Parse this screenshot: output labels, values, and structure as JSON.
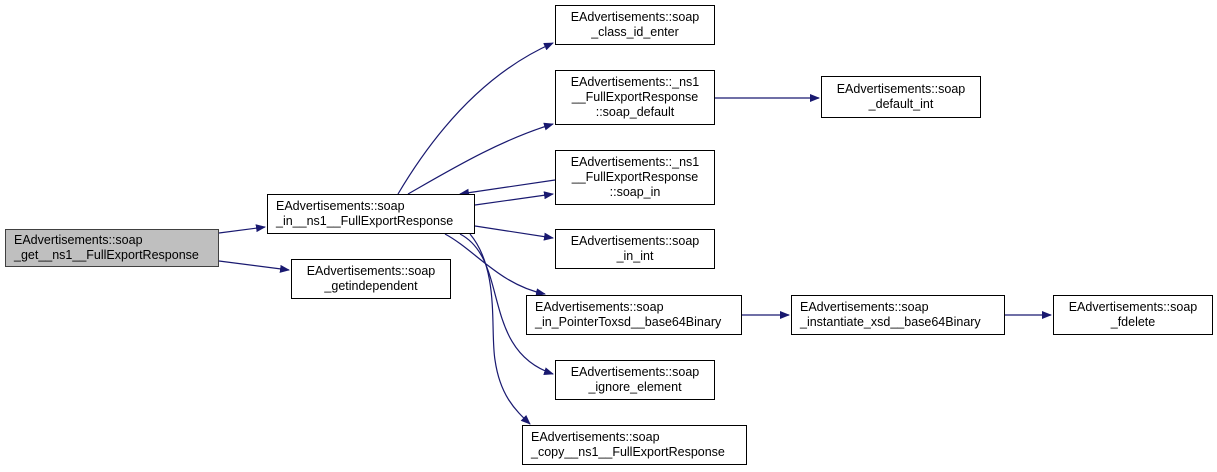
{
  "diagram": {
    "type": "call-graph",
    "edge_color": "#191970",
    "root_fill": "#bfbfbf",
    "nodes": [
      {
        "id": "n0",
        "lines": [
          "EAdvertisements::soap",
          "_get__ns1__FullExportResponse"
        ],
        "root": true
      },
      {
        "id": "n1",
        "lines": [
          "EAdvertisements::soap",
          "_in__ns1__FullExportResponse"
        ]
      },
      {
        "id": "n2",
        "lines": [
          "EAdvertisements::soap",
          "_getindependent"
        ]
      },
      {
        "id": "n3",
        "lines": [
          "EAdvertisements::soap",
          "_class_id_enter"
        ]
      },
      {
        "id": "n4",
        "lines": [
          "EAdvertisements::_ns1",
          "__FullExportResponse",
          "::soap_default"
        ]
      },
      {
        "id": "n5",
        "lines": [
          "EAdvertisements::_ns1",
          "__FullExportResponse",
          "::soap_in"
        ]
      },
      {
        "id": "n6",
        "lines": [
          "EAdvertisements::soap",
          "_in_int"
        ]
      },
      {
        "id": "n7",
        "lines": [
          "EAdvertisements::soap",
          "_in_PointerToxsd__base64Binary"
        ]
      },
      {
        "id": "n8",
        "lines": [
          "EAdvertisements::soap",
          "_ignore_element"
        ]
      },
      {
        "id": "n9",
        "lines": [
          "EAdvertisements::soap",
          "_copy__ns1__FullExportResponse"
        ]
      },
      {
        "id": "n10",
        "lines": [
          "EAdvertisements::soap",
          "_default_int"
        ]
      },
      {
        "id": "n11",
        "lines": [
          "EAdvertisements::soap",
          "_instantiate_xsd__base64Binary"
        ]
      },
      {
        "id": "n12",
        "lines": [
          "EAdvertisements::soap",
          "_fdelete"
        ]
      }
    ],
    "edges": [
      {
        "from": "n0",
        "to": "n1"
      },
      {
        "from": "n0",
        "to": "n2"
      },
      {
        "from": "n1",
        "to": "n3"
      },
      {
        "from": "n1",
        "to": "n4"
      },
      {
        "from": "n1",
        "to": "n5"
      },
      {
        "from": "n5",
        "to": "n1"
      },
      {
        "from": "n1",
        "to": "n6"
      },
      {
        "from": "n1",
        "to": "n7"
      },
      {
        "from": "n1",
        "to": "n8"
      },
      {
        "from": "n1",
        "to": "n9"
      },
      {
        "from": "n4",
        "to": "n10"
      },
      {
        "from": "n7",
        "to": "n11"
      },
      {
        "from": "n11",
        "to": "n12"
      }
    ]
  }
}
